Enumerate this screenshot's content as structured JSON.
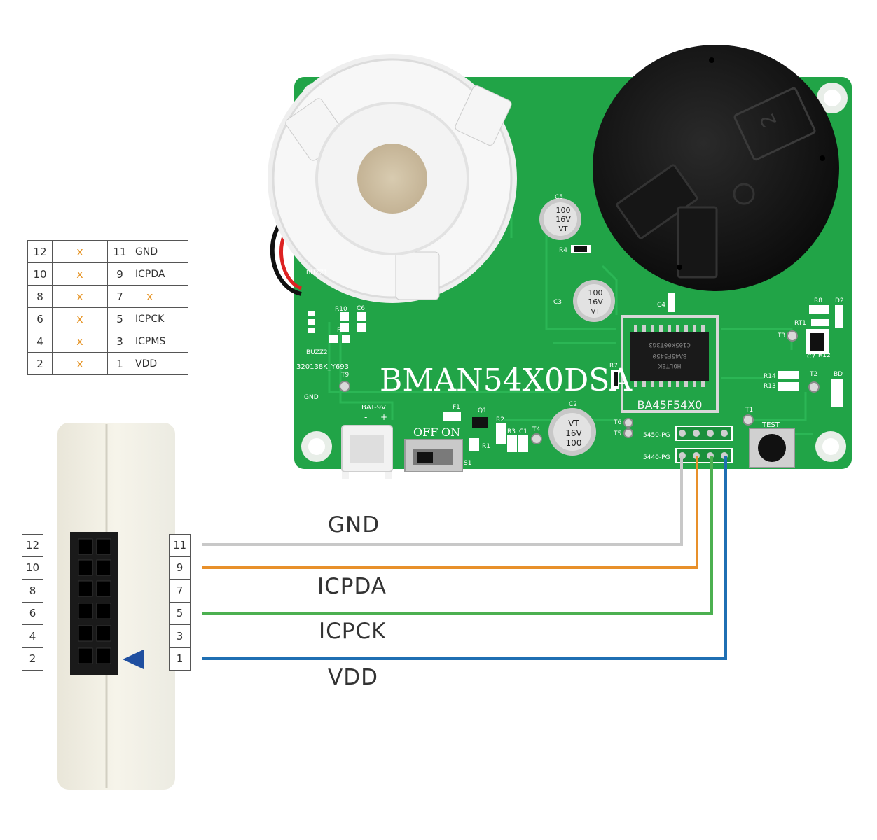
{
  "pin_table": {
    "rows": [
      {
        "left_num": "12",
        "left_val": "x",
        "right_num": "11",
        "right_val": "GND"
      },
      {
        "left_num": "10",
        "left_val": "x",
        "right_num": "9",
        "right_val": "ICPDA"
      },
      {
        "left_num": "8",
        "left_val": "x",
        "right_num": "7",
        "right_val": "x"
      },
      {
        "left_num": "6",
        "left_val": "x",
        "right_num": "5",
        "right_val": "ICPCK"
      },
      {
        "left_num": "4",
        "left_val": "x",
        "right_num": "3",
        "right_val": "ICPMS"
      },
      {
        "left_num": "2",
        "left_val": "x",
        "right_num": "1",
        "right_val": "VDD"
      }
    ]
  },
  "connector_pins": {
    "left": [
      "12",
      "10",
      "8",
      "6",
      "4",
      "2"
    ],
    "right": [
      "11",
      "9",
      "7",
      "5",
      "3",
      "1"
    ]
  },
  "signals": {
    "gnd": "GND",
    "icpda": "ICPDA",
    "icpck": "ICPCK",
    "vdd": "VDD"
  },
  "board": {
    "title": "BMAN54X0DSA",
    "chip_label": "BA45F54X0",
    "chip_text_1": "HOLTEK",
    "chip_text_2": "BA45F5450",
    "chip_text_3": "C105K00T3G3",
    "code": "320138K_Y693",
    "buzz1": "BUZZ1",
    "buzz2": "BUZZ2",
    "gnd": "GND",
    "bat": "BAT-9V",
    "bat_minus": "-",
    "bat_plus": "+",
    "off": "OFF",
    "on": "ON",
    "test": "TEST",
    "hdr_5450": "5450-PG",
    "hdr_5440": "5440-PG",
    "parts": {
      "r10": "R10",
      "c6": "C6",
      "r9": "R9",
      "t9": "T9",
      "f1": "F1",
      "q1": "Q1",
      "r2": "R2",
      "r3": "R3",
      "c1": "C1",
      "t4": "T4",
      "r1": "R1",
      "s1": "S1",
      "c2": "C2",
      "c3": "C3",
      "c4": "C4",
      "c5": "C5",
      "r4": "R4",
      "r7": "R7",
      "t6": "T6",
      "t5": "T5",
      "t1": "T1",
      "r8": "R8",
      "d2": "D2",
      "rt1": "RT1",
      "t3": "T3",
      "c7": "C7",
      "r12": "R12",
      "r14": "R14",
      "r13": "R13",
      "t2": "T2",
      "bd": "BD"
    },
    "cap_marking_1": "100",
    "cap_marking_2": "16V",
    "cap_marking_3": "VT",
    "sensor_mark": "2"
  },
  "colors": {
    "pcb": "#21a447",
    "gnd_wire": "#c8c8c8",
    "icpda_wire": "#e8902a",
    "icpck_wire": "#4cb050",
    "vdd_wire": "#1f6fb3",
    "x_mark": "#e6962a"
  }
}
